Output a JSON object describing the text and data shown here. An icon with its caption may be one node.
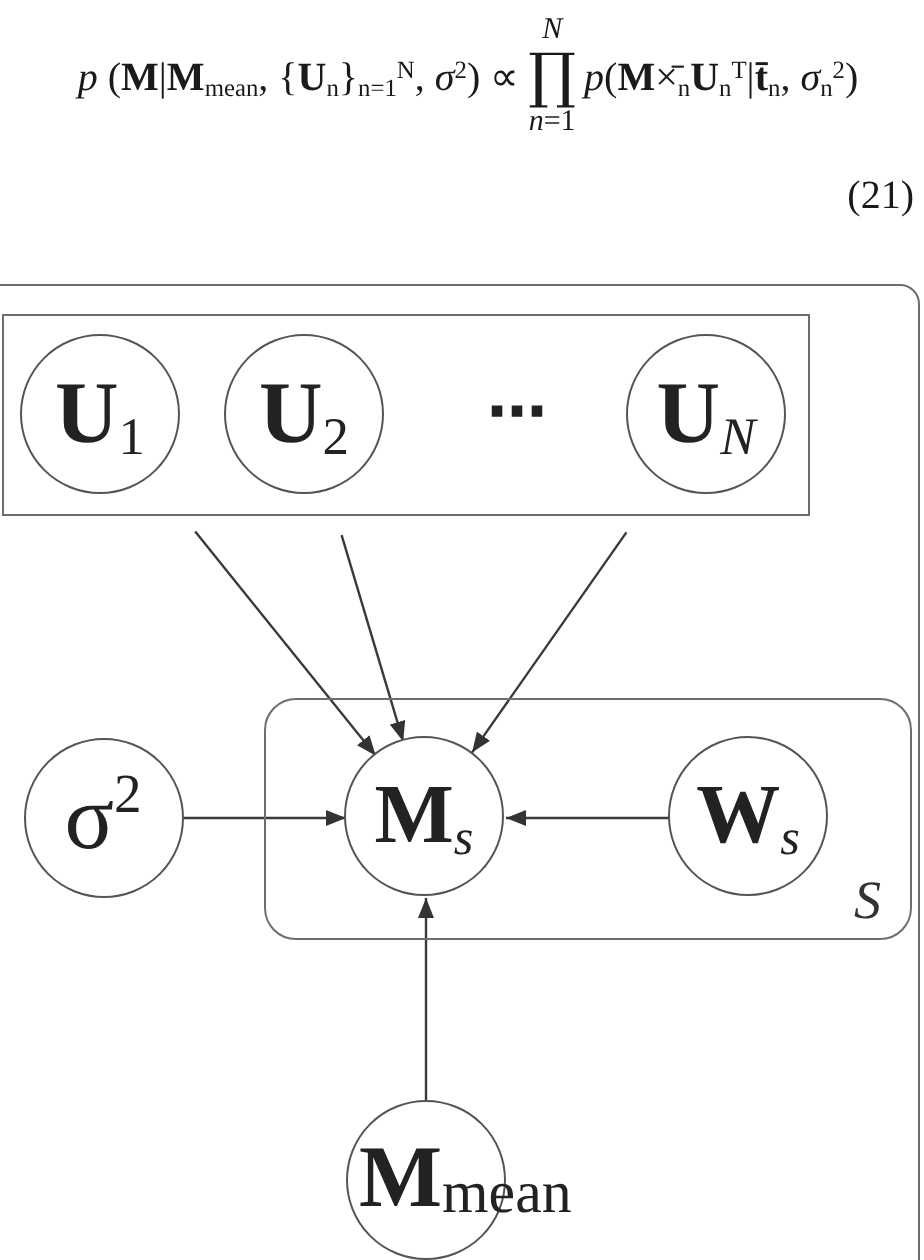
{
  "diagram": {
    "nodes": [
      {
        "text": [],
        "shape": "box"
      },
      {
        "text": [],
        "shape": "box",
        "in": 0
      },
      {
        "text": [
          "**U**$_{1}$"
        ],
        "in": 1
      },
      {
        "text": [
          "**U**$_{2}$"
        ],
        "in": 1
      },
      {
        "text": [
          "**U**$_{N}$"
        ],
        "in": 1
      },
      {
        "text": [
          "σ$^{2}$"
        ],
        "in": 0
      },
      {
        "text": [
          "S"
        ],
        "in": 0
      },
      {
        "text": [
          "**M**$_{s}$"
        ],
        "in": 6
      },
      {
        "text": [
          "**W**$_{s}$"
        ],
        "in": 6
      },
      {
        "text": [
          "**M**$_{mean}$"
        ],
        "in": 0
      }
    ],
    "edges": [
      {
        "from": 2,
        "to": 7,
        "arrow": "to"
      },
      {
        "from": 3,
        "to": 7,
        "arrow": "to"
      },
      {
        "from": 4,
        "to": 7,
        "arrow": "to"
      },
      {
        "from": 5,
        "to": 7,
        "arrow": "to"
      },
      {
        "from": 8,
        "to": 7,
        "arrow": "to"
      },
      {
        "from": 9,
        "to": 7,
        "arrow": "to"
      }
    ],
    "labels": [
      "*p* (**M**|**M**$_{mean}$, {**U**$_{n}$}$_{n=1}$$^{N}$, *σ*$^{2}$) ∝",
      "N",
      "∏",
      "*n*=1",
      "*p*(**M**×̄$_{n}$**U**$_{n}$$^{T}$|**t̄**$_{n}$, *σ*$_{n}$$^{2}$)",
      "(21)",
      "⋯"
    ]
  }
}
